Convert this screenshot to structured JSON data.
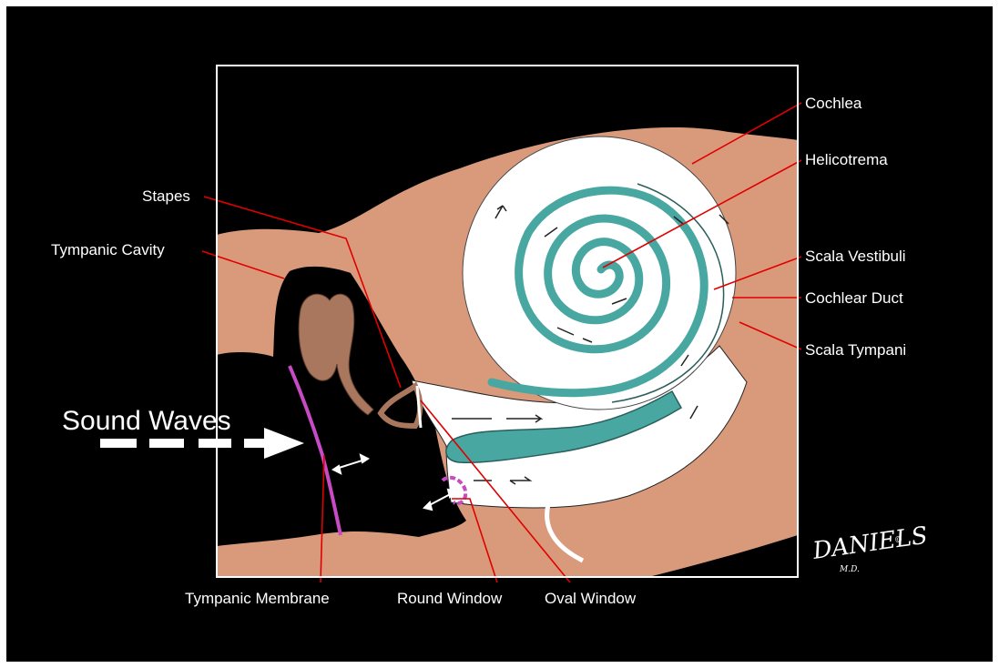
{
  "diagram": {
    "labels": {
      "cochlea": "Cochlea",
      "helicotrema": "Helicotrema",
      "stapes": "Stapes",
      "tympanic_cavity": "Tympanic Cavity",
      "scala_vestibuli": "Scala Vestibuli",
      "cochlear_duct": "Cochlear Duct",
      "scala_tympani": "Scala Tympani",
      "sound_waves": "Sound Waves",
      "tympanic_membrane": "Tympanic Membrane",
      "round_window": "Round Window",
      "oval_window": "Oval Window"
    },
    "signature": {
      "name": "DANIELS",
      "suffix": "M.D.",
      "mark": "©"
    },
    "colors": {
      "background": "#000000",
      "tissue": "#d99a7c",
      "perilymph": "#ffffff",
      "duct": "#48a7a1",
      "ossicle": "#a9765e",
      "membrane": "#c84ac4",
      "leader": "#e00000",
      "frame": "#ffffff"
    }
  }
}
